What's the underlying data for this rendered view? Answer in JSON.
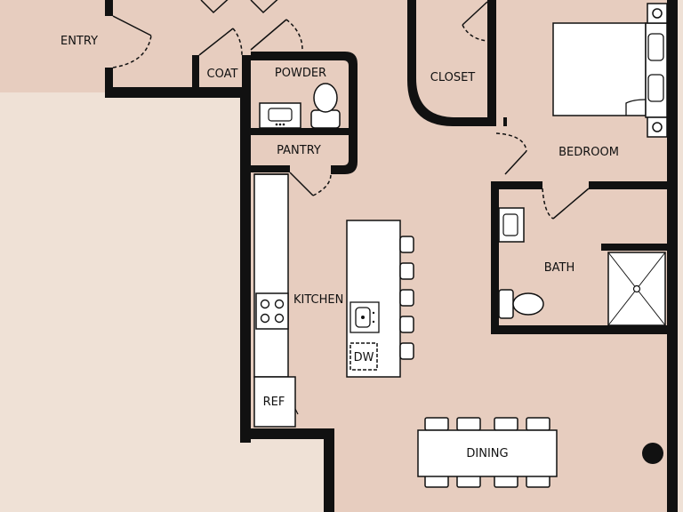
{
  "colors": {
    "background": "#efe1d6",
    "floor": "#e7cdbf",
    "wall": "#111111",
    "fixture": "#ffffff"
  },
  "rooms": {
    "entry": "ENTRY",
    "coat": "COAT",
    "powder": "POWDER",
    "pantry": "PANTRY",
    "closet": "CLOSET",
    "bedroom": "BEDROOM",
    "bath": "BATH",
    "kitchen": "KITCHEN",
    "dining": "DINING"
  },
  "fixtures": {
    "dishwasher": "DW",
    "refrigerator": "REF"
  },
  "icons": {
    "toilet": "toilet-icon",
    "sink": "sink-icon",
    "stove": "stove-icon",
    "shower": "shower-icon",
    "bed": "bed-icon",
    "stool": "stool-icon",
    "chair": "chair-icon",
    "column": "column-icon"
  }
}
